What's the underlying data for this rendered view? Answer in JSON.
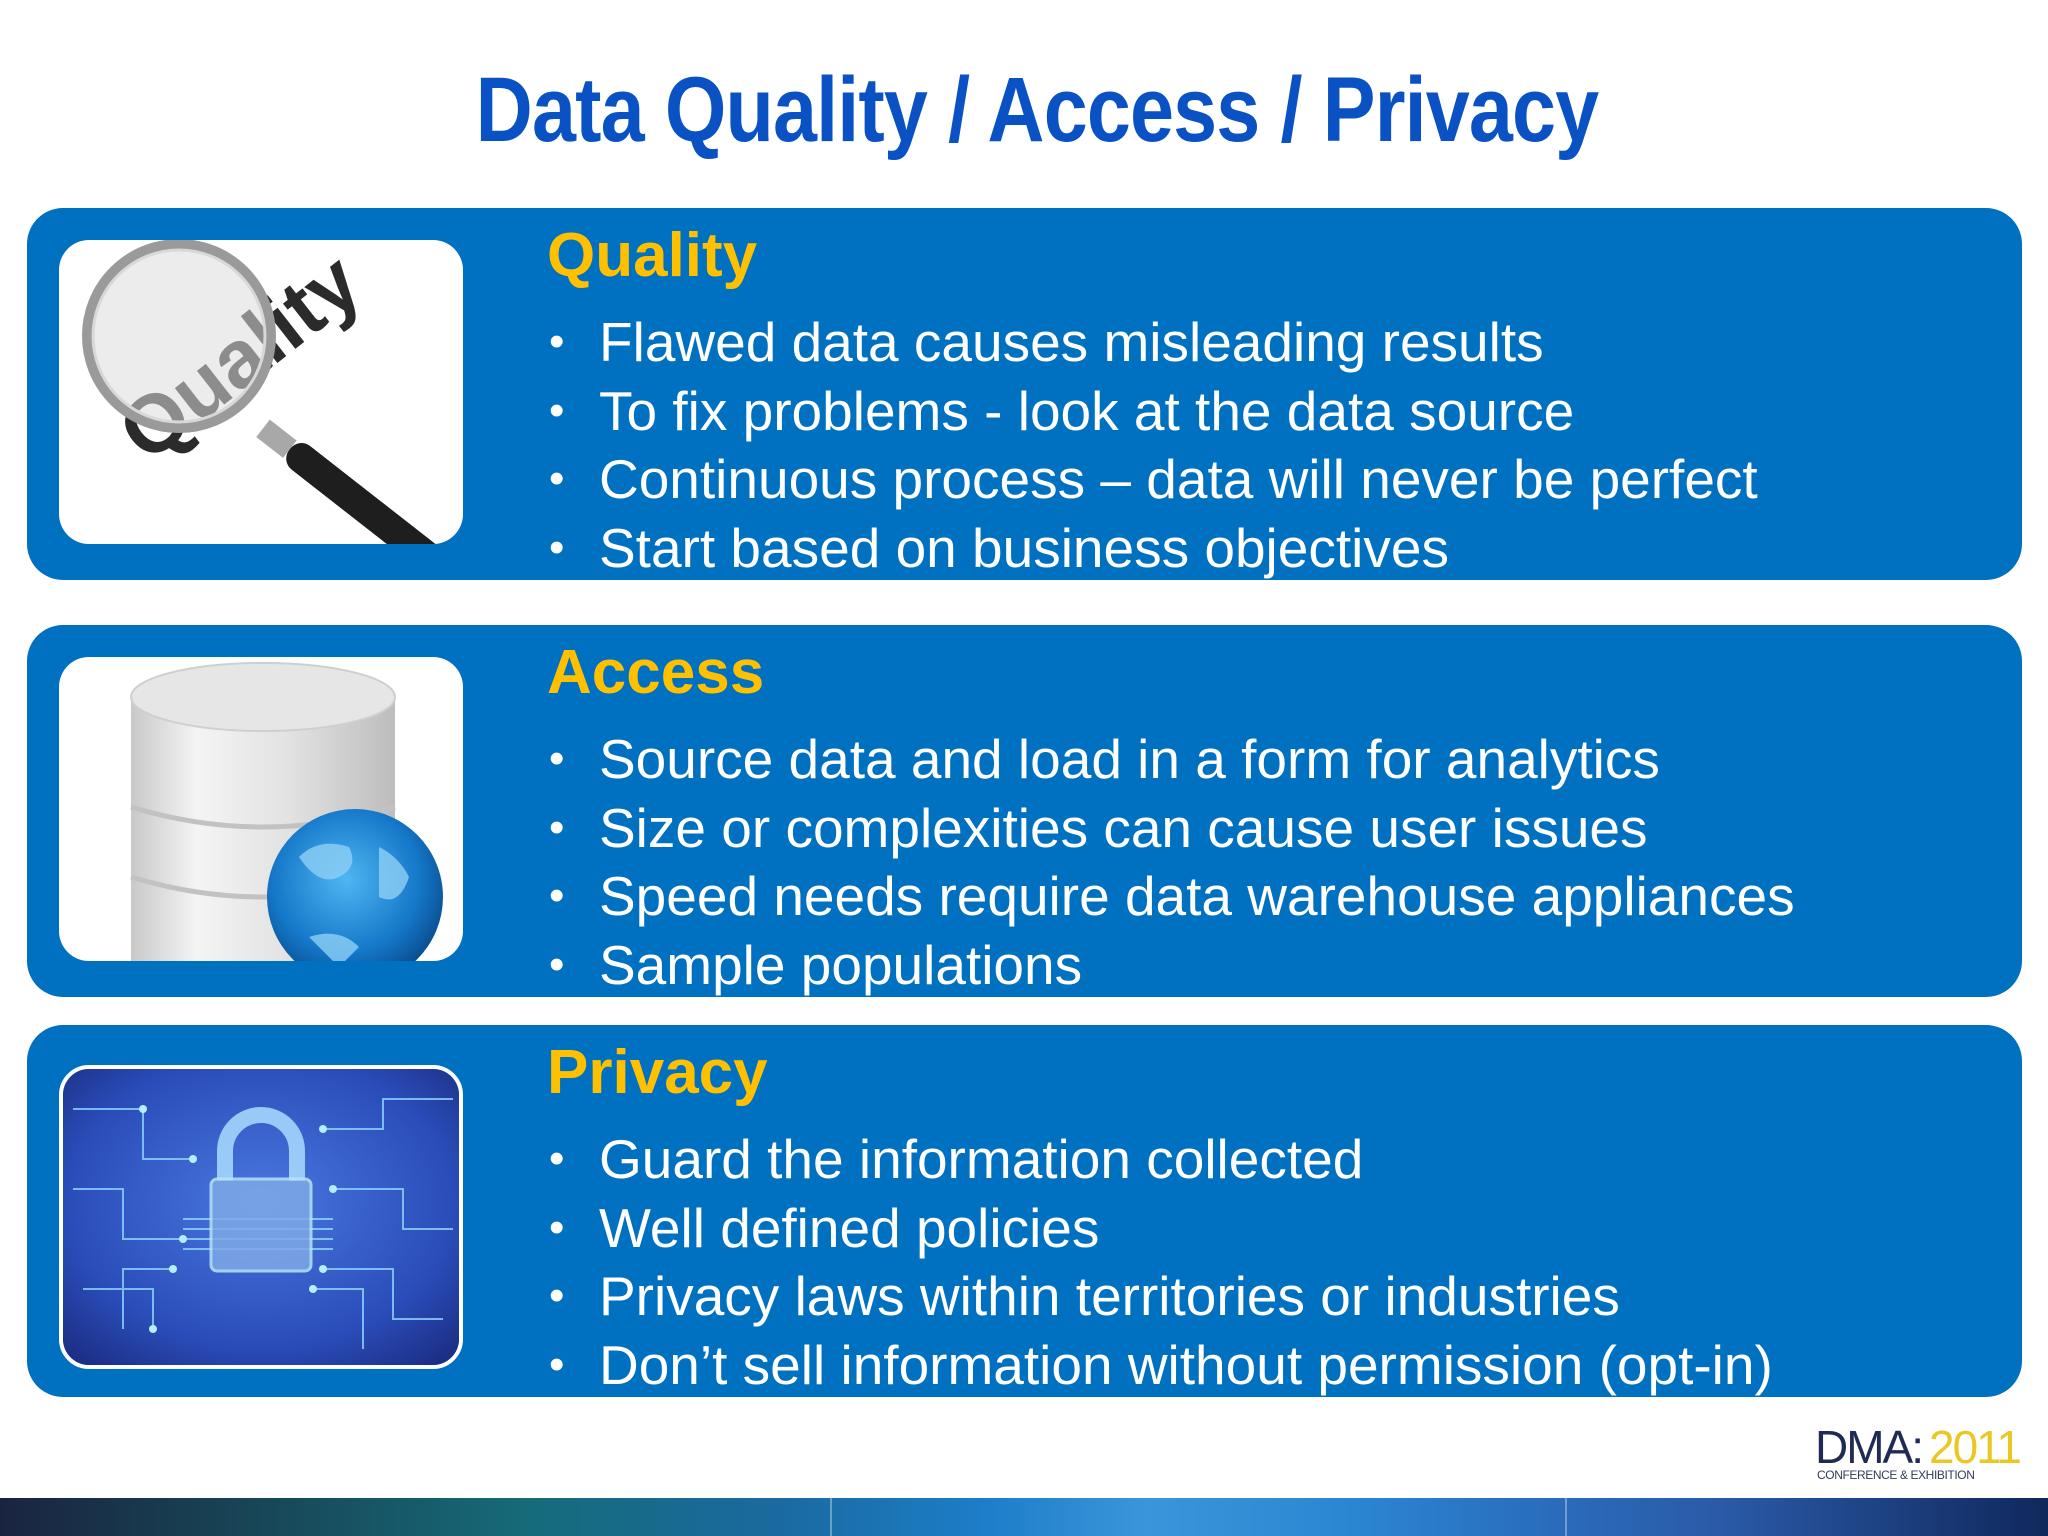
{
  "slide": {
    "title": "Data Quality / Access / Privacy",
    "colors": {
      "title": "#0A52C4",
      "panel_background": "#0070C0",
      "heading": "#FFC000",
      "bullet_text": "#FFFFFF"
    },
    "sections": [
      {
        "heading": "Quality",
        "image_icon": "magnifying-glass-quality-icon",
        "bullets": [
          "Flawed data causes misleading results",
          "To fix problems - look at the data source",
          "Continuous process – data will never be perfect",
          "Start based on business objectives"
        ]
      },
      {
        "heading": "Access",
        "image_icon": "database-globe-icon",
        "bullets": [
          "Source data and load in a form for analytics",
          "Size or complexities can cause user issues",
          "Speed needs require data warehouse appliances",
          "Sample populations"
        ]
      },
      {
        "heading": "Privacy",
        "image_icon": "padlock-circuit-icon",
        "bullets": [
          "Guard the information collected",
          "Well defined policies",
          "Privacy laws within territories or industries",
          "Don’t sell information without permission (opt-in)"
        ]
      }
    ],
    "bullet_glyph": "•",
    "logo": {
      "name": "DMA",
      "separator": ":",
      "year": "2011",
      "subtitle": "CONFERENCE & EXHIBITION"
    }
  }
}
